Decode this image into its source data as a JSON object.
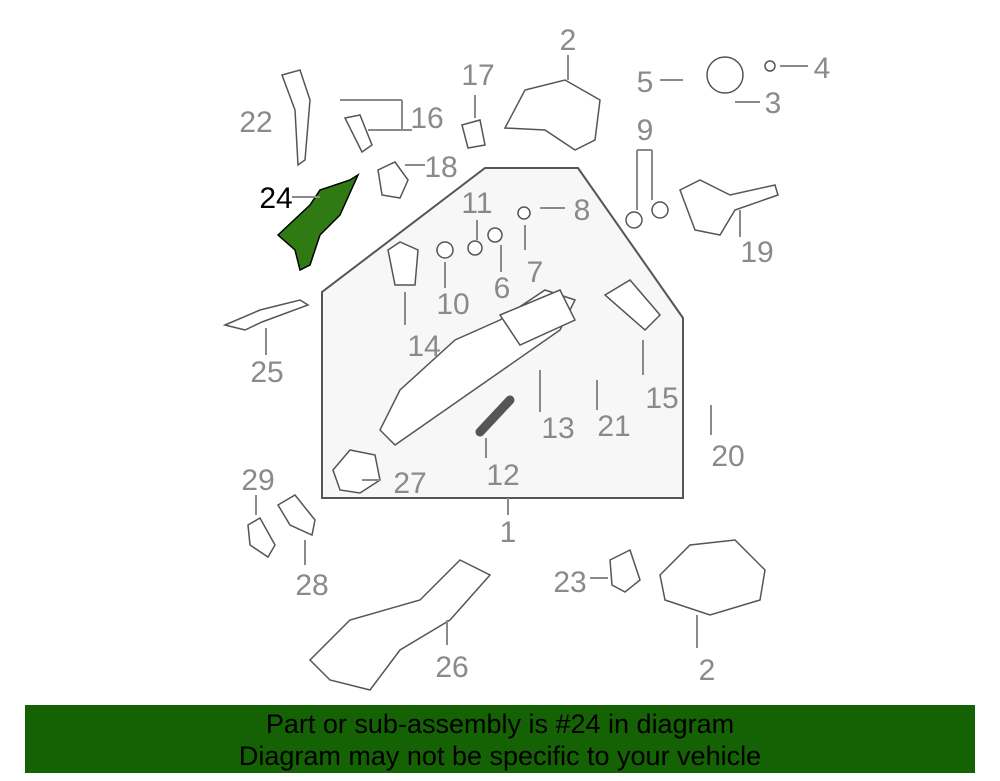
{
  "diagram": {
    "highlighted_part": "24",
    "highlight_color": "#2f7a12",
    "labels": [
      "2",
      "17",
      "5",
      "4",
      "3",
      "22",
      "16",
      "9",
      "18",
      "24",
      "11",
      "8",
      "19",
      "6",
      "7",
      "10",
      "14",
      "25",
      "15",
      "13",
      "21",
      "20",
      "12",
      "27",
      "1",
      "29",
      "28",
      "23",
      "26",
      "2"
    ]
  },
  "banner": {
    "line1": "Part or sub-assembly is #24 in diagram",
    "line2": "Diagram may not be specific to your vehicle",
    "color": "#156205"
  }
}
